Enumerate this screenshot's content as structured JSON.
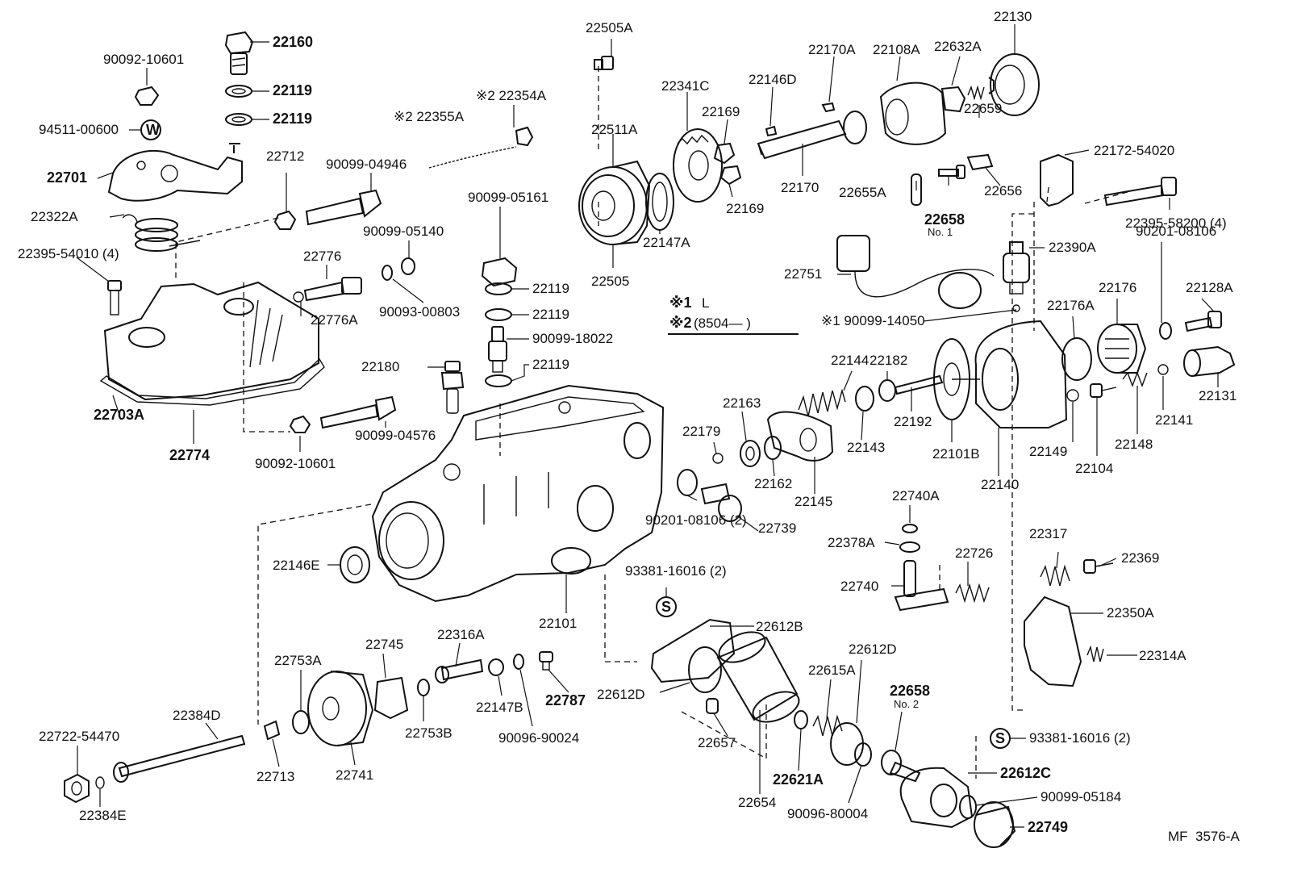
{
  "diagram_code": "MF  3576-A",
  "legend": {
    "note1_mark": "※1",
    "note1_text": "L",
    "note2_mark": "※2",
    "note2_text": "(8504—       )"
  },
  "labels": {
    "p22160": "22160",
    "p22119_a": "22119",
    "p22119_b": "22119",
    "p90092_10601_a": "90092-10601",
    "p94511_00600": "94511-00600",
    "w_mark": "W",
    "p22701": "22701",
    "p22322A": "22322A",
    "p22395_54010": "22395-54010 (4)",
    "p22712": "22712",
    "p90099_04946": "90099-04946",
    "p90099_05140": "90099-05140",
    "p22776": "22776",
    "p22776A": "22776A",
    "p90093_00803": "90093-00803",
    "p22703A": "22703A",
    "p22774": "22774",
    "p90092_10601_b": "90092-10601",
    "p90099_04576": "90099-04576",
    "p22505A": "22505A",
    "p22354A": "※2 22354A",
    "p22355A": "※2 22355A",
    "p22511A": "22511A",
    "p22505": "22505",
    "p22147A": "22147A",
    "p22341C": "22341C",
    "p22169_a": "22169",
    "p22169_b": "22169",
    "p22146D": "22146D",
    "p22170A": "22170A",
    "p22108A": "22108A",
    "p22632A": "22632A",
    "p22130": "22130",
    "p22659": "22659",
    "p22170": "22170",
    "p22655A": "22655A",
    "p22658_1": "22658",
    "p22658_1_no": "No. 1",
    "p22656": "22656",
    "p22172_54020": "22172-54020",
    "p22395_58200": "22395-58200 (4)",
    "p90099_05161": "90099-05161",
    "p22119_c": "22119",
    "p22119_d": "22119",
    "p90099_18022": "90099-18022",
    "p22119_e": "22119",
    "p22180": "22180",
    "p22751": "22751",
    "p22390A": "22390A",
    "p90099_14050": "※1 90099-14050",
    "p90201_08106_a": "90201-08106",
    "p22176": "22176",
    "p22176A": "22176A",
    "p22128A": "22128A",
    "p22144": "22144",
    "p22182": "22182",
    "p22163": "22163",
    "p22179": "22179",
    "p22162": "22162",
    "p22145": "22145",
    "p22143": "22143",
    "p22192": "22192",
    "p22101B": "22101B",
    "p22140": "22140",
    "p22149": "22149",
    "p22104": "22104",
    "p22148": "22148",
    "p22141": "22141",
    "p22131": "22131",
    "p22740A": "22740A",
    "p22378A": "22378A",
    "p22740": "22740",
    "p22726": "22726",
    "p22317": "22317",
    "p22369": "22369",
    "p22350A": "22350A",
    "p22314A": "22314A",
    "p90201_08106_b": "90201-08106 (2)",
    "p22739": "22739",
    "p93381_16016_a": "93381-16016 (2)",
    "s_mark_a": "S",
    "p22146E": "22146E",
    "p22101": "22101",
    "p22612B": "22612B",
    "p22612D_a": "22612D",
    "p22612D_b": "22612D",
    "p22615A": "22615A",
    "p22658_2": "22658",
    "p22658_2_no": "No. 2",
    "p22657": "22657",
    "p22654": "22654",
    "p22621A": "22621A",
    "p90096_80004": "90096-80004",
    "s_mark_b": "S",
    "p93381_16016_b": "93381-16016 (2)",
    "p22612C": "22612C",
    "p90099_05184": "90099-05184",
    "p22749": "22749",
    "p22753A": "22753A",
    "p22745": "22745",
    "p22316A": "22316A",
    "p22753B": "22753B",
    "p22147B": "22147B",
    "p22787": "22787",
    "p90096_90024": "90096-90024",
    "p22384D": "22384D",
    "p22722_54470": "22722-54470",
    "p22384E": "22384E",
    "p22713": "22713",
    "p22741": "22741"
  }
}
